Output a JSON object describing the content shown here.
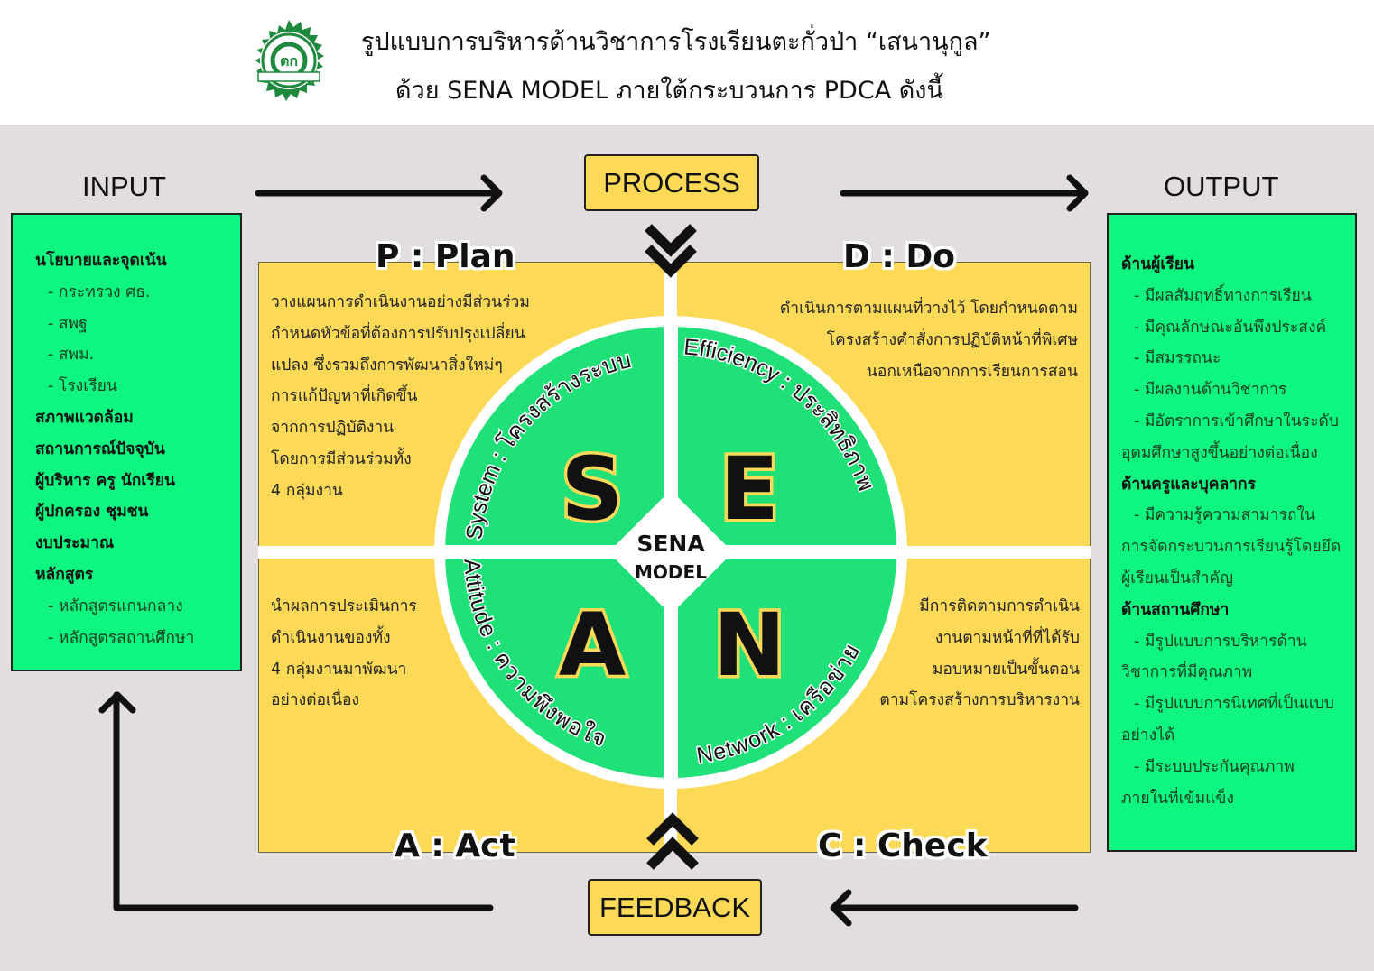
{
  "header": {
    "title_line1": "รูปแบบการบริหารด้านวิชาการโรงเรียนตะกั่วป่า “เสนานุกูล”",
    "title_line2": "ด้วย SENA MODEL ภายใต้กระบวนการ PDCA ดังนี้",
    "logo_icon": "school-emblem-icon"
  },
  "colors": {
    "green": "#0ef67f",
    "yellow": "#fcda58",
    "background": "#e2dede",
    "circle_green": "#20e177"
  },
  "flow": {
    "input_label": "INPUT",
    "process_label": "PROCESS",
    "output_label": "OUTPUT",
    "feedback_label": "FEEDBACK"
  },
  "input": {
    "items": [
      {
        "text": "นโยบายและจุดเน้น",
        "style": "b"
      },
      {
        "text": "- กระทรวง ศธ.",
        "style": "sub"
      },
      {
        "text": "- สพฐ",
        "style": "sub"
      },
      {
        "text": "- สพม.",
        "style": "sub"
      },
      {
        "text": "- โรงเรียน",
        "style": "sub"
      },
      {
        "text": "สภาพแวดล้อม",
        "style": "b"
      },
      {
        "text": "สถานการณ์ปัจจุบัน",
        "style": "b"
      },
      {
        "text": "ผู้บริหาร ครู นักเรียน",
        "style": "b"
      },
      {
        "text": "ผู้ปกครอง ชุมชน",
        "style": "b"
      },
      {
        "text": "งบประมาณ",
        "style": "b"
      },
      {
        "text": "หลักสูตร",
        "style": "b"
      },
      {
        "text": "- หลักสูตรแกนกลาง",
        "style": "sub"
      },
      {
        "text": "- หลักสูตรสถานศึกษา",
        "style": "sub"
      }
    ]
  },
  "output": {
    "items": [
      {
        "text": "ด้านผู้เรียน",
        "style": "b"
      },
      {
        "text": "- มีผลสัมฤทธิ์ทางการเรียน",
        "style": "sub"
      },
      {
        "text": "- มีคุณลักษณะอันพึงประสงค์",
        "style": "sub"
      },
      {
        "text": "- มีสมรรถนะ",
        "style": "sub"
      },
      {
        "text": "- มีผลงานด้านวิชาการ",
        "style": "sub"
      },
      {
        "text": "- มีอัตราการเข้าศึกษาในระดับ",
        "style": "sub"
      },
      {
        "text": "อุดมศึกษาสูงขึ้นอย่างต่อเนื่อง",
        "style": "n"
      },
      {
        "text": "ด้านครูและบุคลากร",
        "style": "b"
      },
      {
        "text": "- มีความรู้ความสามารถใน",
        "style": "sub"
      },
      {
        "text": "การจัดกระบวนการเรียนรู้โดยยึด",
        "style": "n"
      },
      {
        "text": "ผู้เรียนเป็นสำคัญ",
        "style": "n"
      },
      {
        "text": "ด้านสถานศึกษา",
        "style": "b"
      },
      {
        "text": "- มีรูปแบบการบริหารด้าน",
        "style": "sub"
      },
      {
        "text": "วิชาการที่มีคุณภาพ",
        "style": "n"
      },
      {
        "text": "- มีรูปแบบการนิเทศที่เป็นแบบ",
        "style": "sub"
      },
      {
        "text": "อย่างได้",
        "style": "n"
      },
      {
        "text": "- มีระบบประกันคุณภาพ",
        "style": "sub"
      },
      {
        "text": "ภายในที่เข้มแข็ง",
        "style": "n"
      }
    ]
  },
  "pdca": {
    "plan": {
      "title": "P : Plan",
      "lines": [
        "วางแผนการดำเนินงานอย่างมีส่วนร่วม",
        "กำหนดหัวข้อที่ต้องการปรับปรุงเปลี่ยน",
        "แปลง ซึ่งรวมถึงการพัฒนาสิ่งใหม่ๆ",
        "การแก้ปัญหาที่เกิดขึ้น",
        "จากการปฏิบัติงาน",
        "โดยการมีส่วนร่วมทั้ง",
        "4 กลุ่มงาน"
      ]
    },
    "do": {
      "title": "D : Do",
      "lines": [
        "ดำเนินการตามแผนที่วางไว้ โดยกำหนดตาม",
        "โครงสร้างคำสั่งการปฏิบัติหน้าที่พิเศษ",
        "นอกเหนือจากการเรียนการสอน"
      ]
    },
    "act": {
      "title": "A : Act",
      "lines": [
        "นำผลการประเมินการ",
        "ดำเนินงานของทั้ง",
        "4 กลุ่มงานมาพัฒนา",
        "อย่างต่อเนื่อง"
      ]
    },
    "check": {
      "title": "C : Check",
      "lines": [
        "มีการติดตามการดำเนิน",
        "งานตามหน้าที่ที่ได้รับ",
        "มอบหมายเป็นขั้นตอน",
        "ตามโครงสร้างการบริหารงาน"
      ]
    }
  },
  "sena": {
    "center_line1": "SENA",
    "center_line2": "MODEL",
    "quadrants": [
      {
        "letter": "S",
        "arc_text": "System : โครงสร้างระบบ"
      },
      {
        "letter": "E",
        "arc_text": "Efficiency : ประสิทธิภาพ"
      },
      {
        "letter": "A",
        "arc_text": "Attitude : ความพึงพอใจ"
      },
      {
        "letter": "N",
        "arc_text": "Network : เครือข่าย"
      }
    ]
  }
}
